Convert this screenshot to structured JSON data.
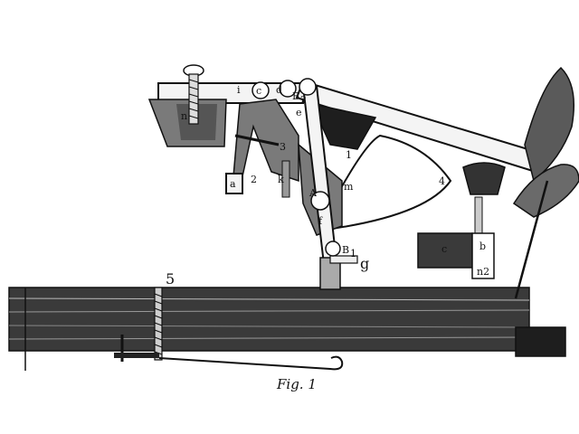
{
  "figure": {
    "caption": "Fig. 1",
    "labels": {
      "i": "i",
      "c_top": "c",
      "d": "d",
      "B2": "B",
      "B2_sub": "2",
      "e": "e",
      "n": "n",
      "three": "3",
      "a": "a",
      "a2": "2",
      "k": "k",
      "one": "1",
      "m": "m",
      "A": "A",
      "f": "f",
      "four": "4",
      "B1": "B",
      "B1_sub": "1",
      "g": "g",
      "c_block": "c",
      "b": "b",
      "n2": "n2",
      "five": "5"
    }
  }
}
